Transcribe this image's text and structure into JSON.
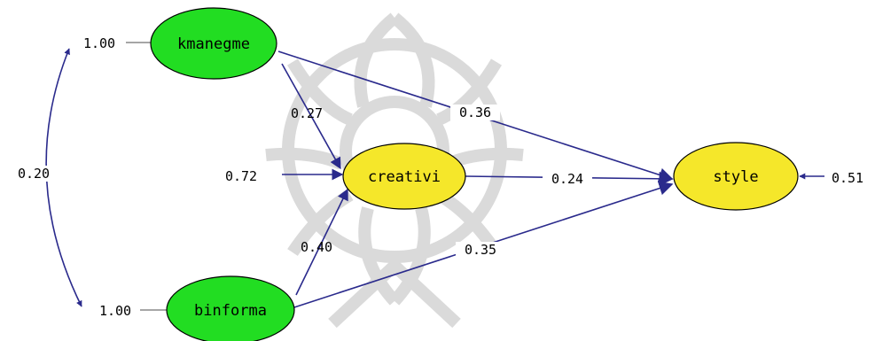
{
  "colors": {
    "exogenous_fill": "#22dd22",
    "endogenous_fill": "#f5e72a",
    "path_line": "#2a2a8c",
    "watermark": "#d4d4d4"
  },
  "nodes": {
    "kmanegme": "kmanegme",
    "binforma": "binforma",
    "creativi": "creativi",
    "style": "style"
  },
  "variances": {
    "kmanegme": "1.00",
    "binforma": "1.00",
    "creativi_error": "0.72",
    "style_error": "0.51"
  },
  "paths": {
    "covariance_kmanegme_binforma": "0.20",
    "kmanegme_to_creativi": "0.27",
    "binforma_to_creativi": "0.40",
    "kmanegme_to_style": "0.36",
    "creativi_to_style": "0.24",
    "binforma_to_style": "0.35"
  },
  "watermark": {
    "icon": "university-emblem-watermark"
  }
}
